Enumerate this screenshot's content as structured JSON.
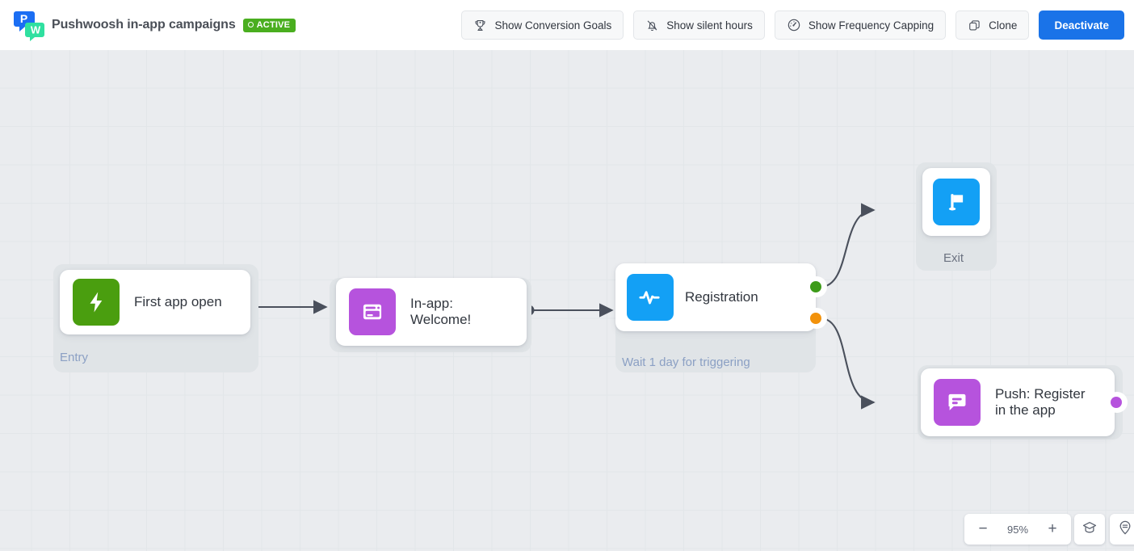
{
  "header": {
    "logo_name": "pushwoosh-logo",
    "title": "Pushwoosh in-app campaigns",
    "status_badge": "ACTIVE",
    "status_color": "#4aae1f",
    "buttons": [
      {
        "label": "Show Conversion Goals",
        "icon": "trophy-icon",
        "name": "show-conversion-goals-button"
      },
      {
        "label": "Show silent hours",
        "icon": "bell-off-icon",
        "name": "show-silent-hours-button"
      },
      {
        "label": "Show Frequency Capping",
        "icon": "gauge-icon",
        "name": "show-frequency-capping-button"
      },
      {
        "label": "Clone",
        "icon": "copy-icon",
        "name": "clone-button"
      },
      {
        "label": "Deactivate",
        "icon": "none",
        "name": "deactivate-button",
        "primary": true,
        "color": "#1a73e8"
      }
    ]
  },
  "canvas": {
    "background": "#eaecef",
    "grid_color": "#e2e6e9",
    "edge_color": "#4a505c",
    "nodes": [
      {
        "id": "entry",
        "label": "First app open",
        "group_label": "Entry",
        "icon": "lightning-bolt-icon",
        "icon_color": "#4a9e0f"
      },
      {
        "id": "inapp",
        "label": "In-app:\nWelcome!",
        "group_label": "",
        "icon": "in-app-message-icon",
        "icon_color": "#b653dd"
      },
      {
        "id": "registration",
        "label": "Registration",
        "group_label": "Wait 1 day for triggering",
        "icon": "activity-pulse-icon",
        "icon_color": "#13a0f5",
        "ports": [
          {
            "name": "success-port",
            "color": "#3d9b19"
          },
          {
            "name": "fail-port",
            "color": "#f2920c"
          }
        ]
      },
      {
        "id": "exit",
        "label": "",
        "group_label": "Exit",
        "icon": "flag-icon",
        "icon_color": "#13a0f5"
      },
      {
        "id": "push",
        "label": "Push: Register\nin the app",
        "group_label": "",
        "icon": "push-message-icon",
        "icon_color": "#b653dd",
        "ports": [
          {
            "name": "output-port",
            "color": "#b653dd"
          }
        ]
      }
    ]
  },
  "zoom_controls": {
    "minus_label": "−",
    "level": "95%",
    "plus_label": "+",
    "help_icon": "graduation-cap-icon",
    "legend_icon": "map-pin-legend-icon"
  }
}
